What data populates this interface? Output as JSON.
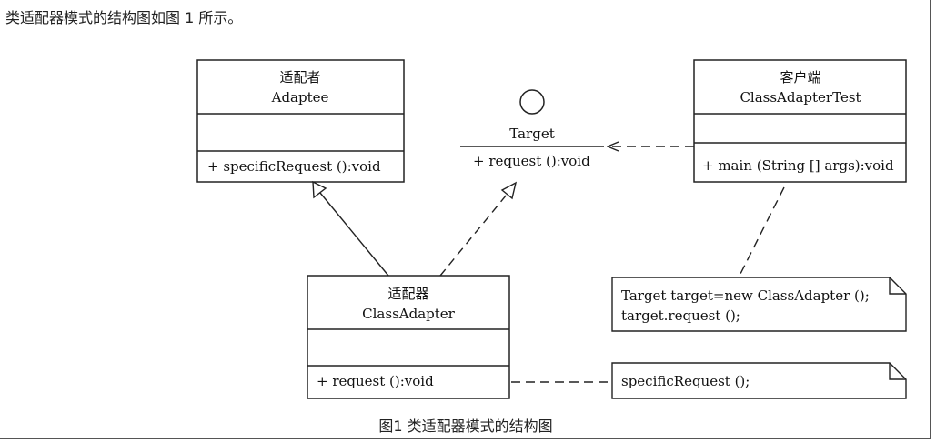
{
  "intro_text": "类适配器模式的结构图如图 1 所示。",
  "caption": "图1 类适配器模式的结构图",
  "classes": {
    "adaptee": {
      "name_cn": "适配者",
      "name_en": "Adaptee",
      "method": "+ specificRequest ():void"
    },
    "target": {
      "name": "Target",
      "method": "+ request ():void"
    },
    "client": {
      "name_cn": "客户端",
      "name_en": "ClassAdapterTest",
      "method": "+ main (String [] args):void"
    },
    "adapter": {
      "name_cn": "适配器",
      "name_en": "ClassAdapter",
      "method": "+ request ():void"
    }
  },
  "notes": {
    "client_note": {
      "line1": "Target target=new ClassAdapter ();",
      "line2": "target.request ();"
    },
    "adapter_note": {
      "line1": "specificRequest ();"
    }
  }
}
